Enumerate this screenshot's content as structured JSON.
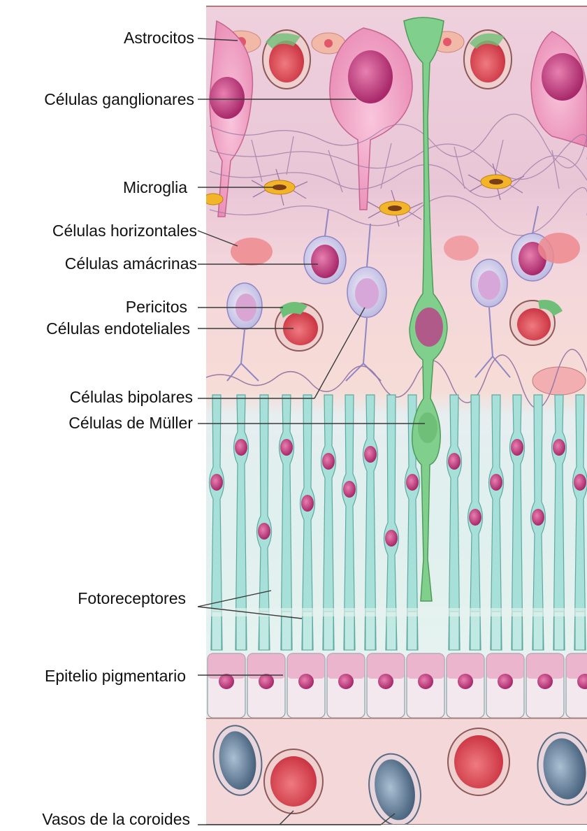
{
  "labels": {
    "astrocitos": "Astrocitos",
    "ganglionares": "Células ganglionares",
    "microglia": "Microglia",
    "horizontales": "Células horizontales",
    "amacrinas": "Células amácrinas",
    "pericitos": "Pericitos",
    "endoteliales": "Células endoteliales",
    "bipolares": "Células bipolares",
    "muller": "Células de Müller",
    "fotoreceptores": "Fotoreceptores",
    "epitelio": "Epitelio pigmentario",
    "vasos": "Vasos de la coroides"
  },
  "colors": {
    "ganglion": "#ef8fb6",
    "nucleus": "#c43c78",
    "muller": "#7fcf8a",
    "photoreceptor": "#a6e0d8",
    "blood_red": "#e0505a",
    "vessel_blue": "#5a7590",
    "microglia": "#f2b52a",
    "background_pink": "#f6d6dc"
  }
}
